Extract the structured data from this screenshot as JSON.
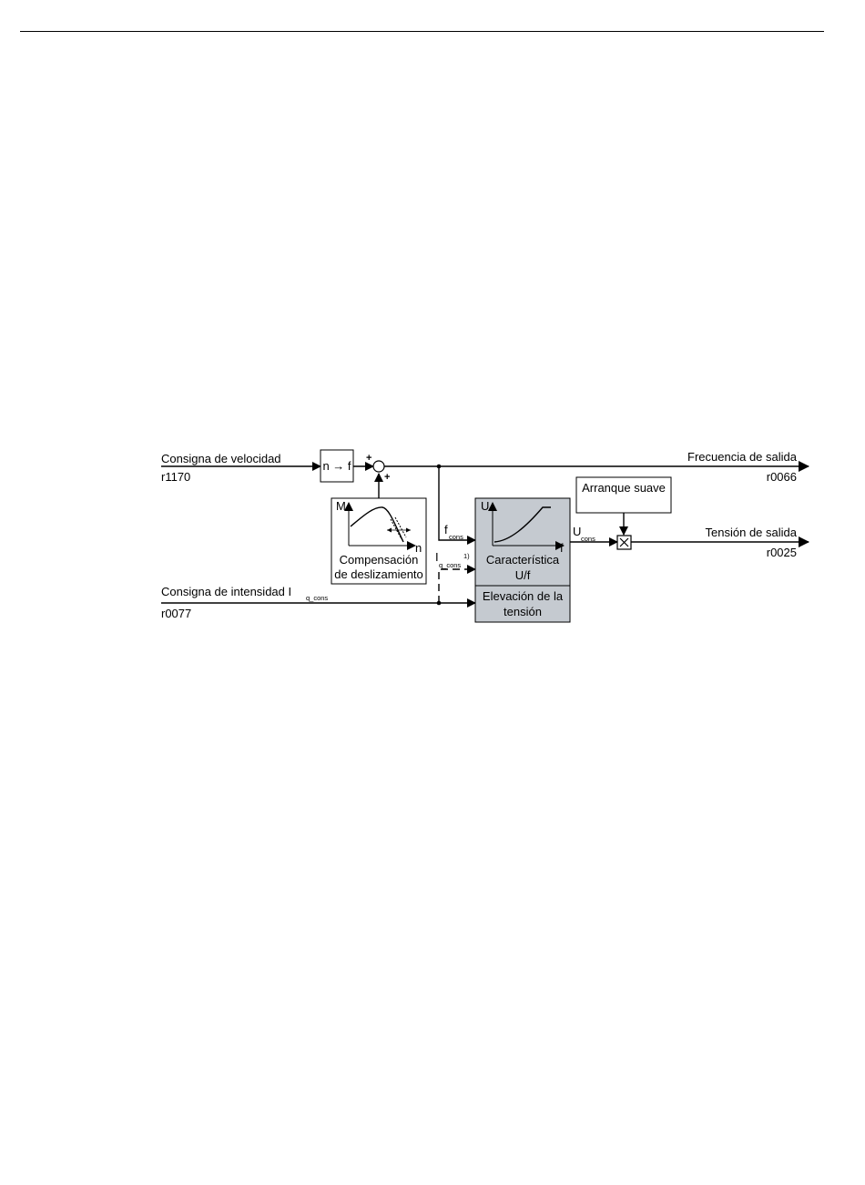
{
  "inputs": {
    "speed_setpoint_label": "Consigna de velocidad",
    "speed_setpoint_param": "r1170",
    "current_setpoint_label": "Consigna de intensidad I",
    "current_setpoint_sub": "q_cons",
    "current_setpoint_param": "r0077"
  },
  "outputs": {
    "output_frequency_label": "Frecuencia de salida",
    "output_frequency_param": "r0066",
    "output_voltage_label": "Tensión de salida",
    "output_voltage_param": "r0025"
  },
  "blocks": {
    "n_to_f": "n → f",
    "soft_start": "Arranque suave",
    "slip_line1": "Compensación",
    "slip_line2": "de deslizamiento",
    "slip_axis_y": "M",
    "slip_axis_x": "n",
    "uf_line1": "Característica",
    "uf_line2": "U/f",
    "uf_axis_y": "U",
    "uf_axis_x": "f",
    "boost_line1": "Elevación de la",
    "boost_line2": "tensión"
  },
  "signals": {
    "f_main": "f",
    "f_sub": "cons",
    "i_main": "I",
    "i_sub": "q_cons",
    "i_note": "1)",
    "u_main": "U",
    "u_sub": "cons",
    "sum_plus_top": "+",
    "sum_plus_bottom": "+"
  }
}
